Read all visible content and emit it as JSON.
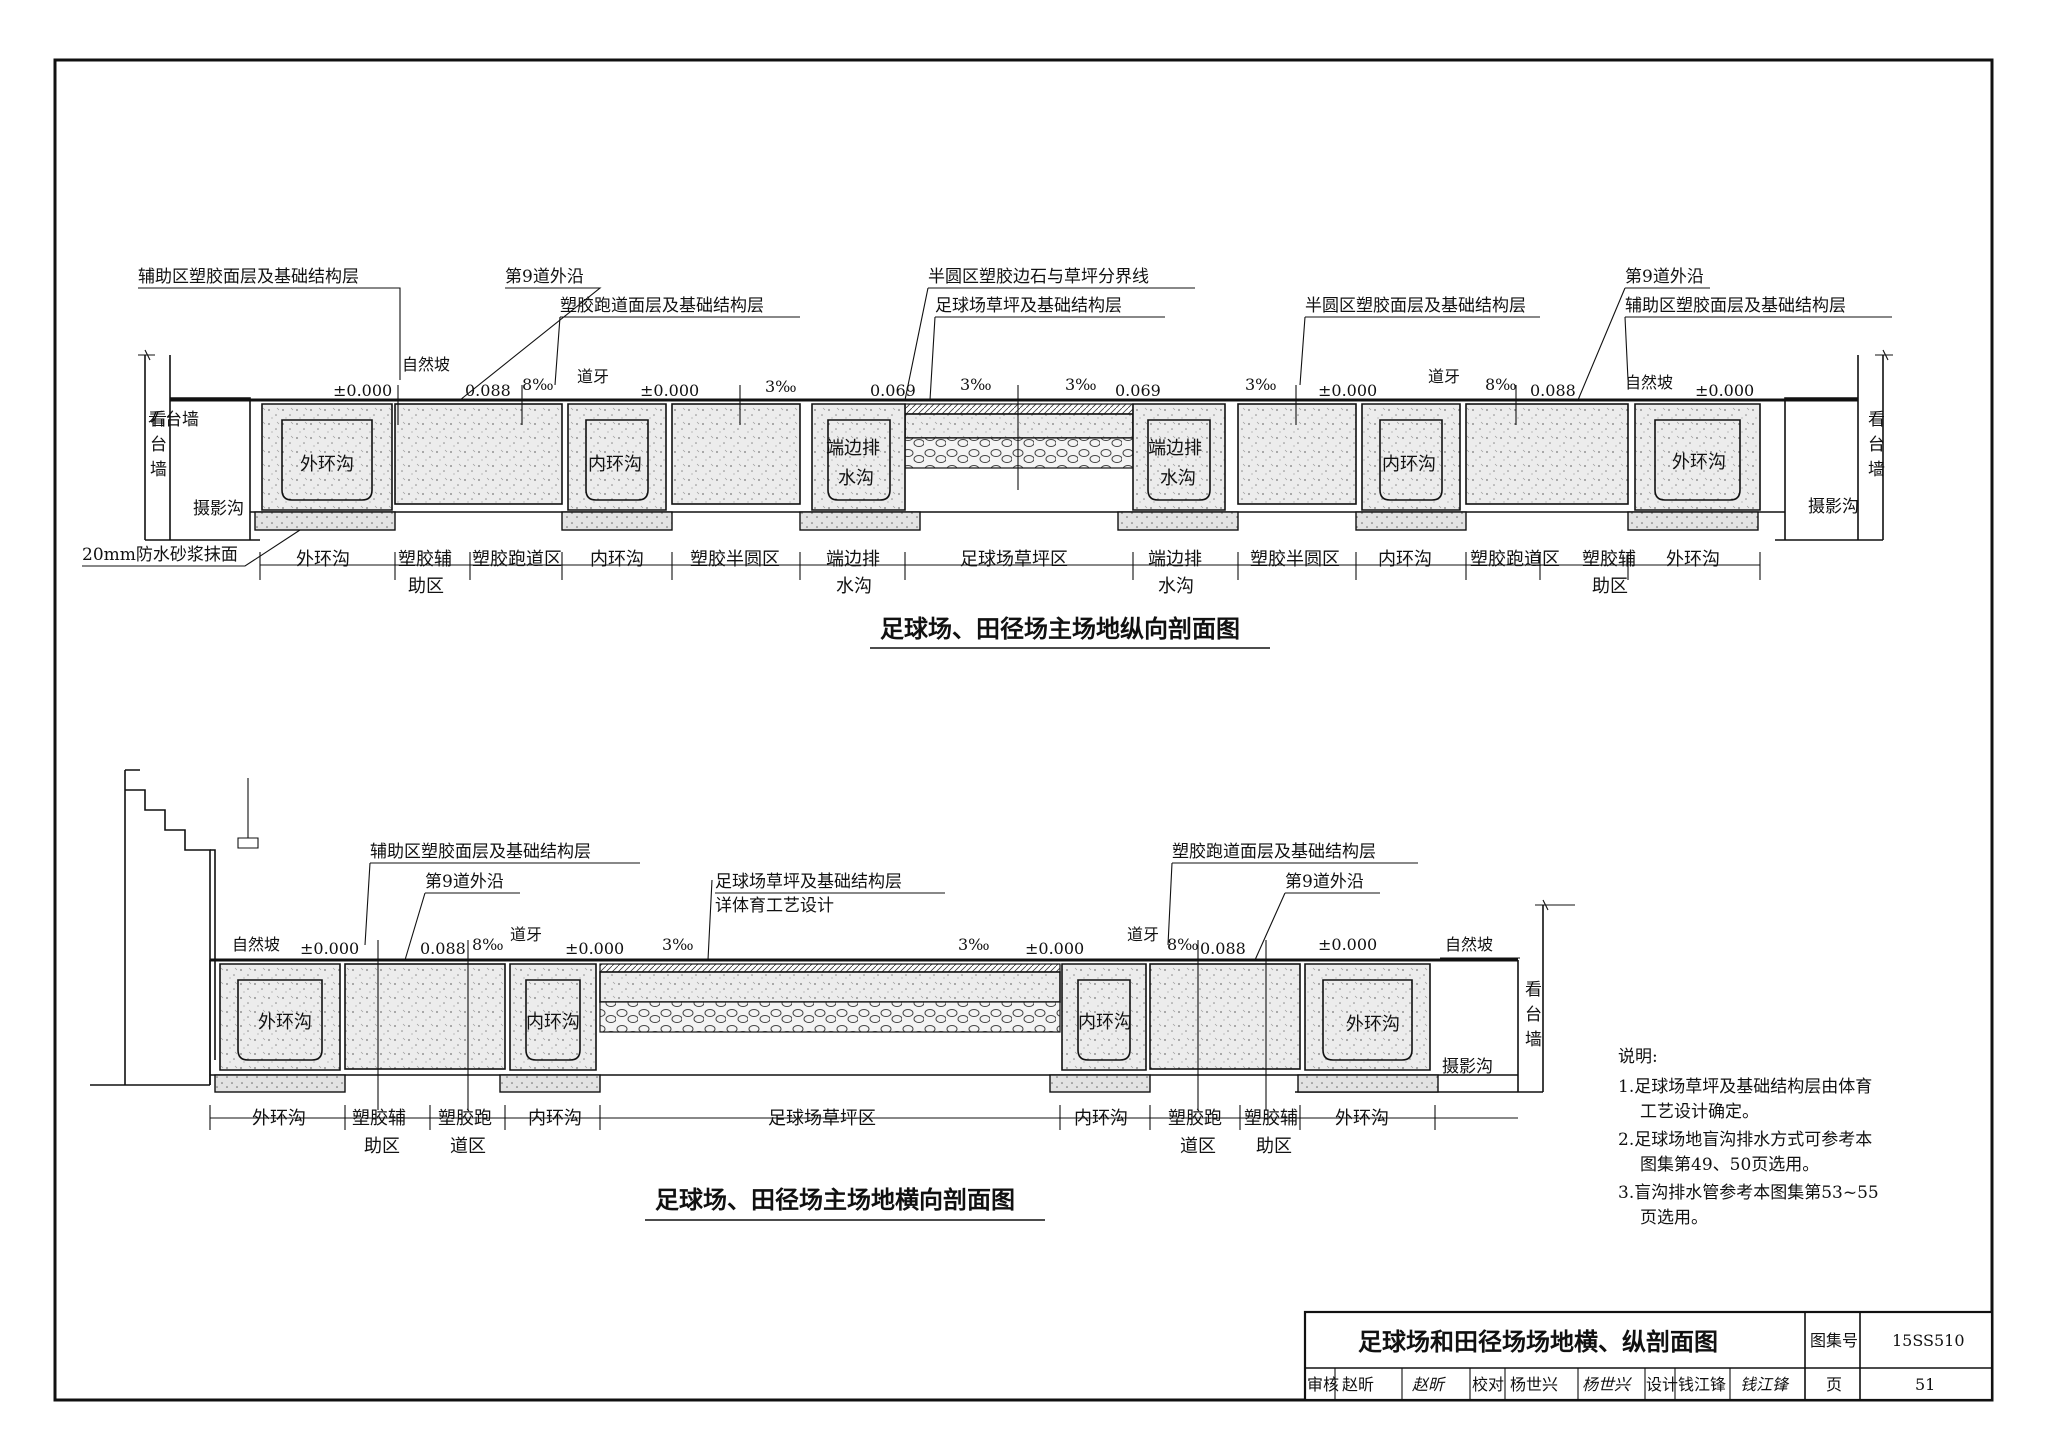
{
  "longitudinal": {
    "title": "足球场、田径场主场地纵向剖面图",
    "labels": {
      "aux_layer_l": "辅助区塑胶面层及基础结构层",
      "lane9_l": "第9道外沿",
      "track_layer_l": "塑胶跑道面层及基础结构层",
      "boundary": "半圆区塑胶边石与草坪分界线",
      "turf_layer": "足球场草坪及基础结构层",
      "semi_layer": "半圆区塑胶面层及基础结构层",
      "lane9_r": "第9道外沿",
      "aux_layer_r": "辅助区塑胶面层及基础结构层",
      "natural_slope_l": "自然坡",
      "natural_slope_r": "自然坡",
      "curb_l": "道牙",
      "curb_r": "道牙",
      "stand_wall_l": "看台墙",
      "stand_wall_r": "看台墙",
      "camera_l": "摄影沟",
      "camera_r": "摄影沟",
      "mortar": "20mm防水砂浆抹面",
      "elev_1": "±0.000",
      "elev_2": "0.088",
      "slope_1": "8‰",
      "elev_3": "±0.000",
      "slope_2": "3‰",
      "elev_4": "0.069",
      "slope_3": "3‰",
      "slope_4": "3‰",
      "elev_5": "0.069",
      "slope_5": "3‰",
      "elev_6": "±0.000",
      "slope_6": "8‰",
      "elev_7": "0.088",
      "elev_8": "±0.000"
    },
    "trenches": [
      "外环沟",
      "内环沟",
      "端边排水沟",
      "端边排水沟",
      "内环沟",
      "外环沟"
    ],
    "zones": [
      "外环沟",
      "塑胶辅助区",
      "塑胶跑道区",
      "内环沟",
      "塑胶半圆区",
      "端边排水沟",
      "足球场草坪区",
      "端边排水沟",
      "塑胶半圆区",
      "内环沟",
      "塑胶跑道区",
      "塑胶辅助区",
      "外环沟"
    ]
  },
  "transverse": {
    "title": "足球场、田径场主场地横向剖面图",
    "labels": {
      "aux_layer": "辅助区塑胶面层及基础结构层",
      "lane9_l": "第9道外沿",
      "turf_layer": "足球场草坪及基础结构层",
      "turf_detail": "详体育工艺设计",
      "track_layer": "塑胶跑道面层及基础结构层",
      "lane9_r": "第9道外沿",
      "natural_slope_l": "自然坡",
      "natural_slope_r": "自然坡",
      "curb_l": "道牙",
      "curb_r": "道牙",
      "stand_wall": "看台墙",
      "camera": "摄影沟",
      "elev_1": "±0.000",
      "elev_2": "0.088",
      "slope_1": "8‰",
      "elev_3": "±0.000",
      "slope_2": "3‰",
      "slope_3": "3‰",
      "elev_4": "±0.000",
      "slope_4": "8‰",
      "elev_5": "0.088",
      "elev_6": "±0.000"
    },
    "trenches": [
      "外环沟",
      "内环沟",
      "内环沟",
      "外环沟"
    ],
    "zones": [
      "外环沟",
      "塑胶辅助区",
      "塑胶跑道区",
      "内环沟",
      "足球场草坪区",
      "内环沟",
      "塑胶跑道区",
      "塑胶辅助区",
      "外环沟"
    ]
  },
  "notes": {
    "heading": "说明:",
    "items": [
      "1.足球场草坪及基础结构层由体育工艺设计确定。",
      "2.足球场地盲沟排水方式可参考本图集第49、50页选用。",
      "3.盲沟排水管参考本图集第53~55页选用。"
    ]
  },
  "title_block": {
    "drawing_title": "足球场和田径场场地横、纵剖面图",
    "atlas_label": "图集号",
    "atlas_no": "15SS510",
    "review_label": "审核",
    "reviewer": "赵昕",
    "reviewer_sig": "赵昕",
    "check_label": "校对",
    "checker": "杨世兴",
    "checker_sig": "杨世兴",
    "design_label": "设计",
    "designer": "钱江锋",
    "designer_sig": "钱江锋",
    "page_label": "页",
    "page_no": "51"
  }
}
